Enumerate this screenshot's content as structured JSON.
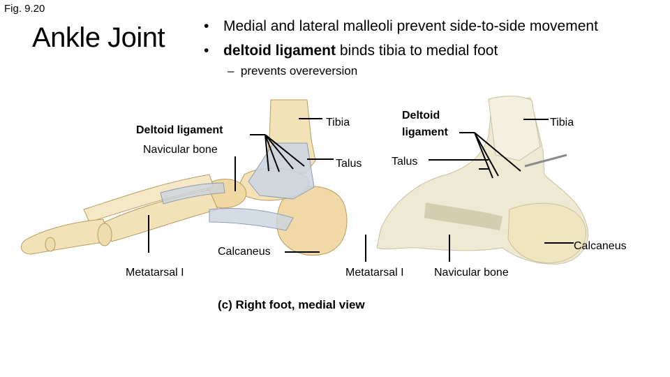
{
  "figure_number": "Fig. 9.20",
  "title": "Ankle Joint",
  "bullets": [
    {
      "text": "Medial and lateral malleoli prevent side-to-side movement"
    },
    {
      "bold": "deltoid ligament",
      "text": " binds tibia to medial foot"
    }
  ],
  "sub_bullet": "prevents overeversion",
  "bullet_glyph": "•",
  "dash_glyph": "–",
  "left_illustration": {
    "labels": {
      "deltoid_ligament": "Deltoid ligament",
      "navicular_bone": "Navicular bone",
      "tibia": "Tibia",
      "talus": "Talus",
      "calcaneus": "Calcaneus",
      "metatarsal": "Metatarsal I"
    }
  },
  "right_photo": {
    "labels": {
      "deltoid_line1": "Deltoid",
      "deltoid_line2": "ligament",
      "tibia": "Tibia",
      "talus": "Talus",
      "calcaneus": "Calcaneus",
      "metatarsal": "Metatarsal I",
      "navicular_bone": "Navicular bone"
    }
  },
  "caption": "(c) Right foot, medial view",
  "colors": {
    "bone": "#f3e2b8",
    "bone_shade": "#dcc38c",
    "ligament": "#c9d3e0",
    "specimen": "#eee9d2",
    "specimen_shade": "#c9c0a0",
    "leader": "#000000"
  }
}
